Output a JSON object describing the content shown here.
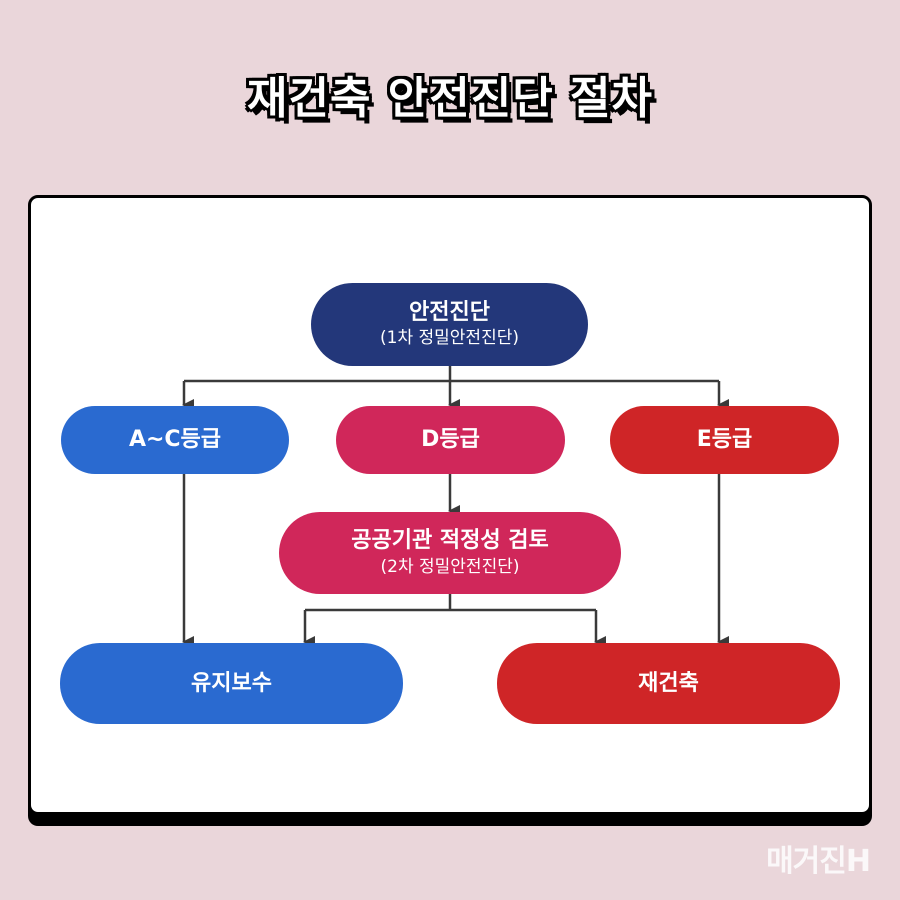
{
  "title": "재건축 안전진단 절차",
  "nodes": {
    "safety_check": {
      "main": "안전진단",
      "sub": "(1차 정밀안전진단)"
    },
    "grade_ac": {
      "main": "A~C등급"
    },
    "grade_d": {
      "main": "D등급"
    },
    "grade_e": {
      "main": "E등급"
    },
    "public_review": {
      "main": "공공기관 적정성 검토",
      "sub": "(2차 정밀안전진단)"
    },
    "maintenance": {
      "main": "유지보수"
    },
    "reconstruction": {
      "main": "재건축"
    }
  },
  "colors": {
    "background": "#ead6da",
    "navy": "#23377a",
    "blue": "#2a6ad0",
    "pink": "#d0275a",
    "red": "#cf2527",
    "connector": "#3a3a3a"
  },
  "watermark": "매거진H"
}
